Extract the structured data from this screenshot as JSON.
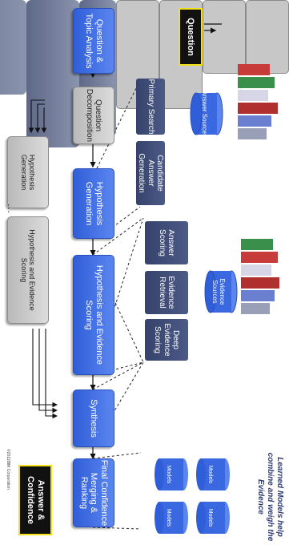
{
  "input": {
    "question": "Question"
  },
  "pipeline": {
    "question_topic_analysis": "Question & Topic Analysis",
    "question_decomposition": "Question Decomposition",
    "hypothesis_generation": "Hypothesis Generation",
    "hypothesis_evidence_scoring": "Hypothesis and Evidence Scoring",
    "synthesis": "Synthesis",
    "final_merging_ranking": "Final Confidence Merging & Ranking"
  },
  "parallel": {
    "hypothesis_generation": "Hypothesis Generation",
    "hypothesis_evidence_scoring": "Hypothesis and Evidence Scoring",
    "ellipsis": "..."
  },
  "search_panel": {
    "primary_search": "Primary Search",
    "candidate_answer_generation": "Candidate Answer Generation",
    "answer_sources": "Answer Sources"
  },
  "evidence_panel": {
    "answer_scoring": "Answer Scoring",
    "evidence_retrieval": "Evidence Retrieval",
    "deep_evidence_scoring": "Deep Evidence Scoring",
    "evidence_sources": "Evidence Sources"
  },
  "models_panel": {
    "title": "Learned Models help combine and weigh the Evidence",
    "model_label": "Models"
  },
  "output": {
    "answer_confidence": "Answer & Confidence"
  },
  "footer": {
    "copyright": "©2011IBM Corporation"
  },
  "colors": {
    "pipeline_blue": "#3a68e0",
    "accent_yellow": "#f2e11a",
    "panel_dark": "#5e6888"
  }
}
